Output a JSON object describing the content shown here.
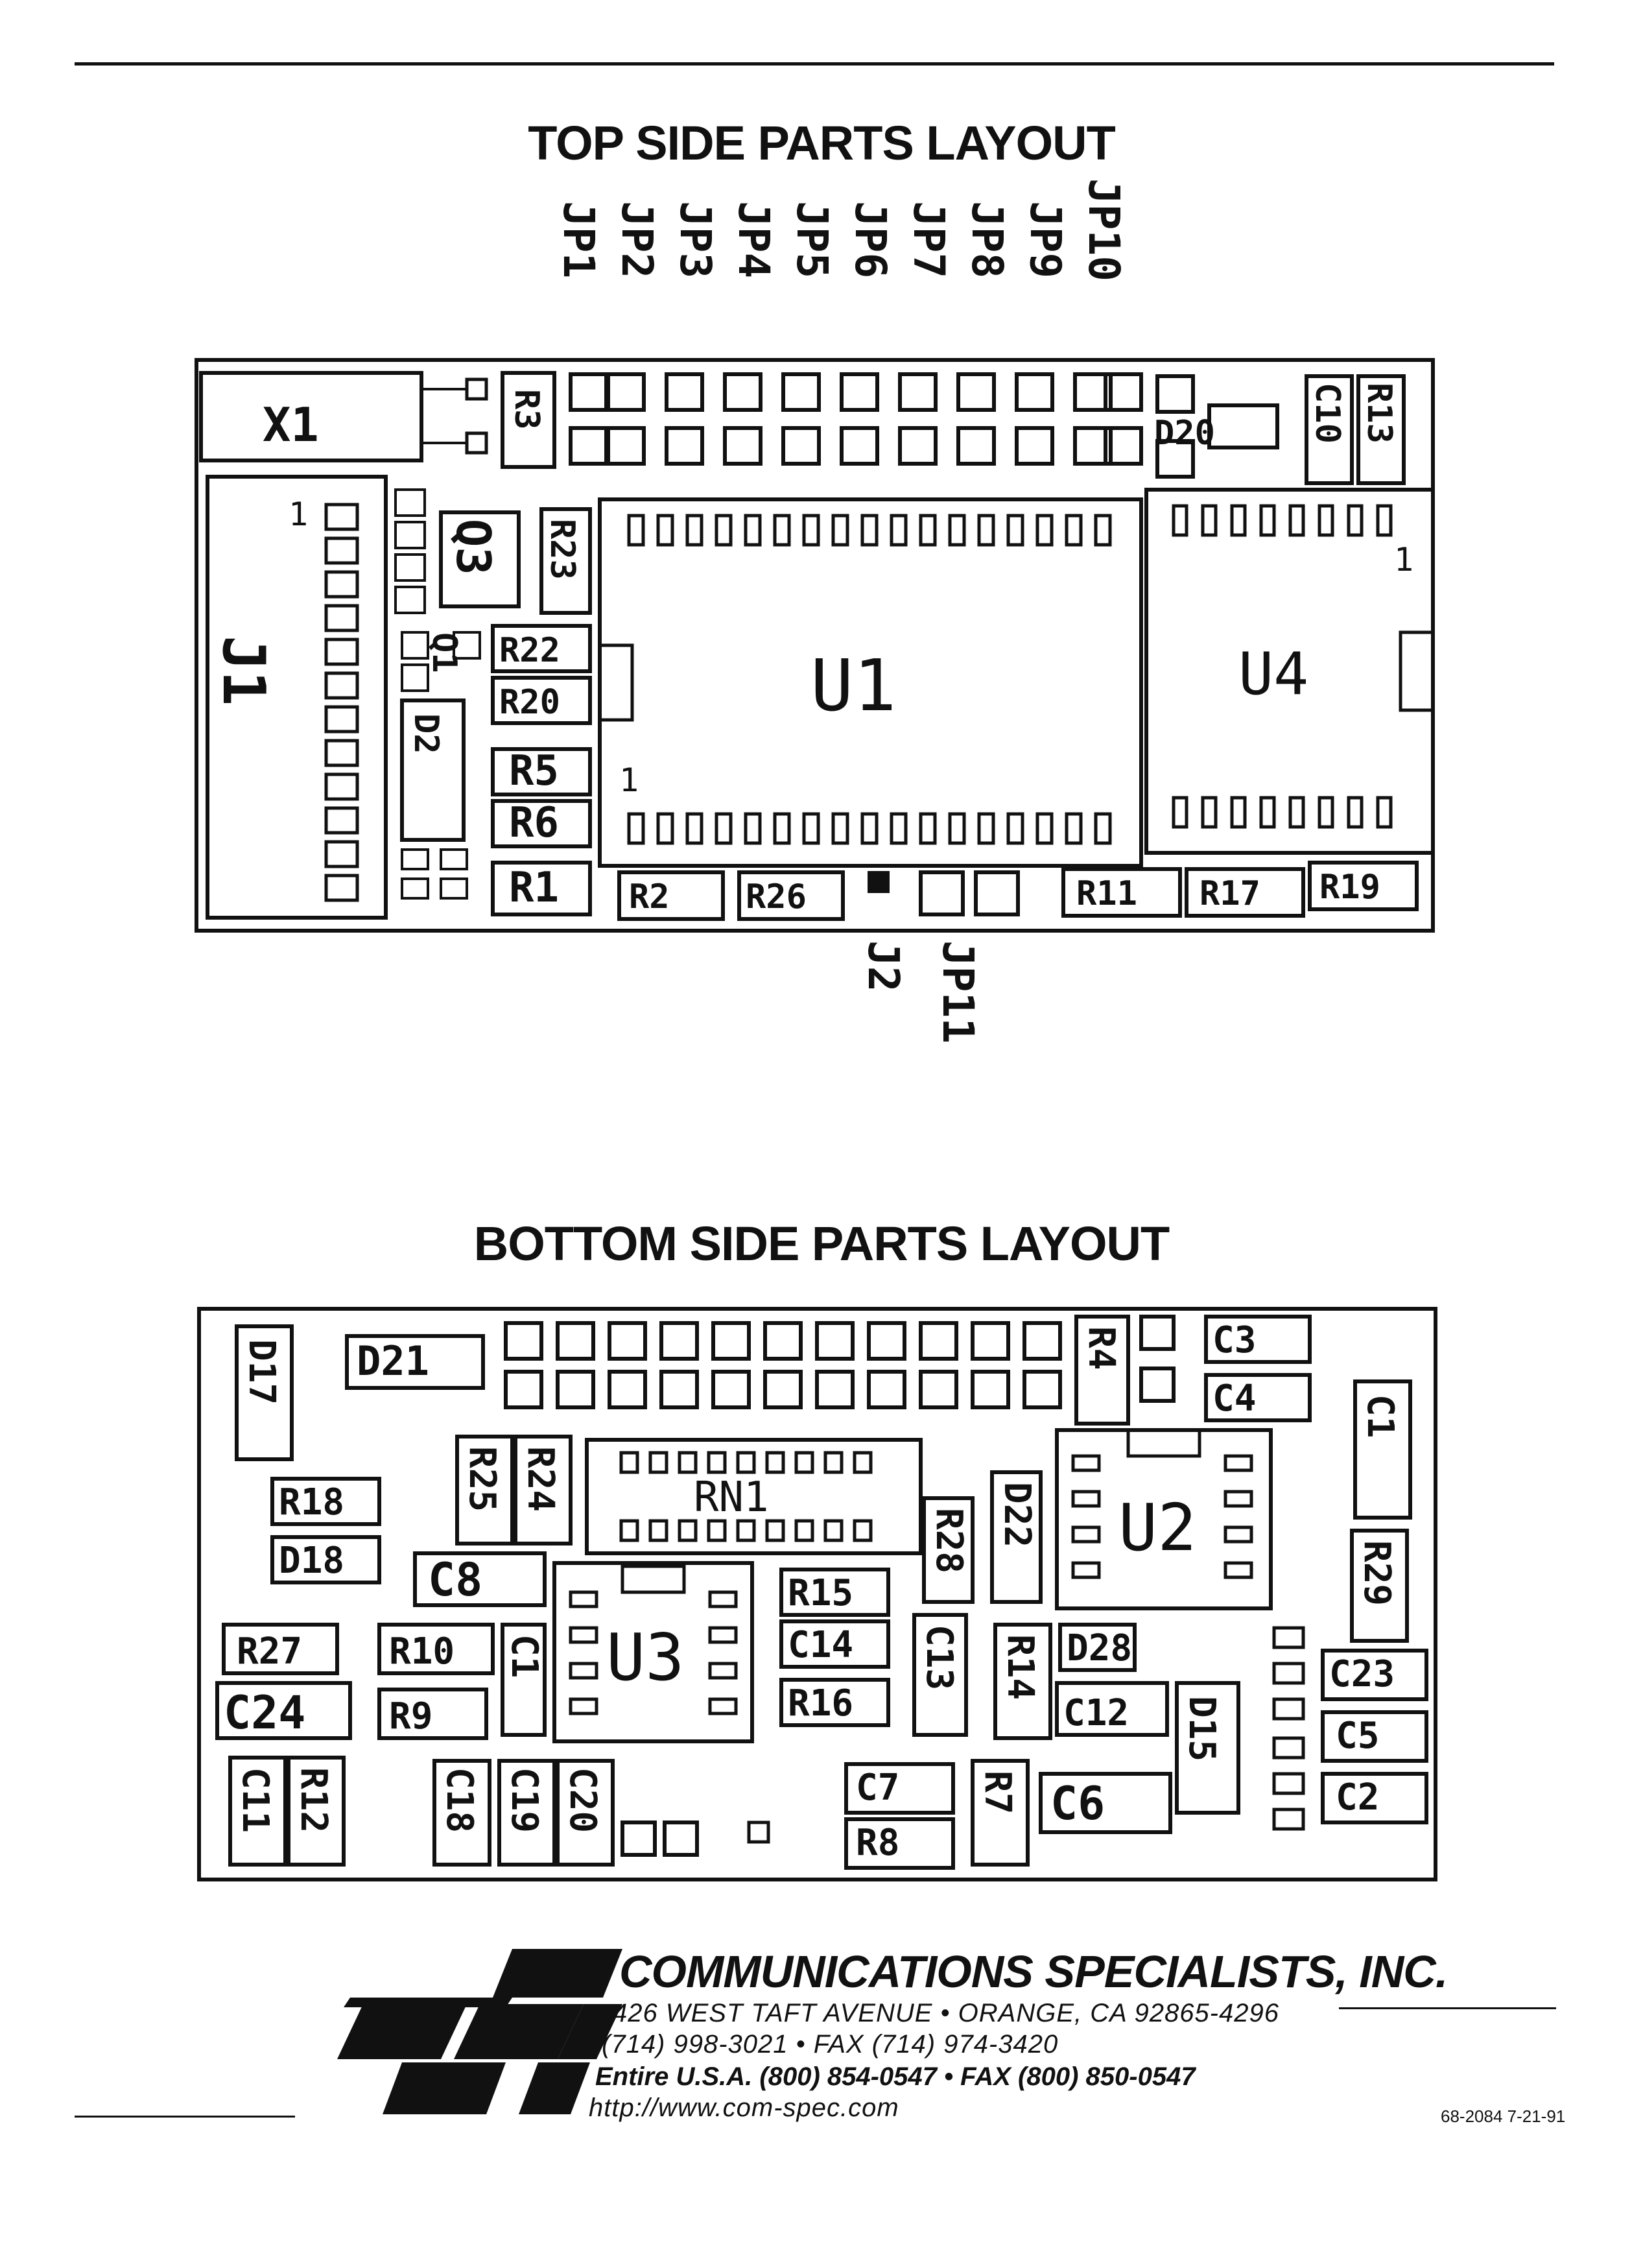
{
  "top_title": "TOP SIDE PARTS LAYOUT",
  "bottom_title": "BOTTOM SIDE PARTS LAYOUT",
  "top_layout": {
    "jumpers_top": [
      "JP1",
      "JP2",
      "JP3",
      "JP4",
      "JP5",
      "JP6",
      "JP7",
      "JP8",
      "JP9",
      "JP10"
    ],
    "jumpers_bottom": [
      "J2",
      "JP11"
    ],
    "connector_label": "X1",
    "header_label": "J1",
    "pin1_marks": [
      "1",
      "1",
      "1"
    ],
    "ics": {
      "u1": "U1",
      "u4": "U4"
    },
    "parts": [
      "R3",
      "Q3",
      "R23",
      "R22",
      "R20",
      "D2",
      "R5",
      "R6",
      "R1",
      "R2",
      "R26",
      "R11",
      "R17",
      "R19",
      "D20",
      "C10",
      "R13",
      "Q1"
    ]
  },
  "bottom_layout": {
    "ics": {
      "u2": "U2",
      "u3": "U3",
      "rn1": "RN1"
    },
    "parts": [
      "D17",
      "D21",
      "R25",
      "R24",
      "R18",
      "D18",
      "C8",
      "R27",
      "R10",
      "R9",
      "C1",
      "C24",
      "C11",
      "R12",
      "C18",
      "C19",
      "C20",
      "R15",
      "C14",
      "R16",
      "C13",
      "R14",
      "C12",
      "D15",
      "R28",
      "D22",
      "R4",
      "C3",
      "C4",
      "C1",
      "R29",
      "C23",
      "C5",
      "C2",
      "D28",
      "C7",
      "R8",
      "R7",
      "C6"
    ]
  },
  "footer": {
    "company": "COMMUNICATIONS SPECIALISTS, INC.",
    "address": "426 WEST TAFT AVENUE • ORANGE, CA 92865-4296",
    "phone": "(714) 998-3021 • FAX (714) 974-3420",
    "tollfree": "Entire U.S.A. (800) 854-0547 • FAX (800) 850-0547",
    "website": "http://www.com-spec.com",
    "doc_number": "68-2084 7-21-91",
    "logo_icon": "csi-logo-icon"
  }
}
